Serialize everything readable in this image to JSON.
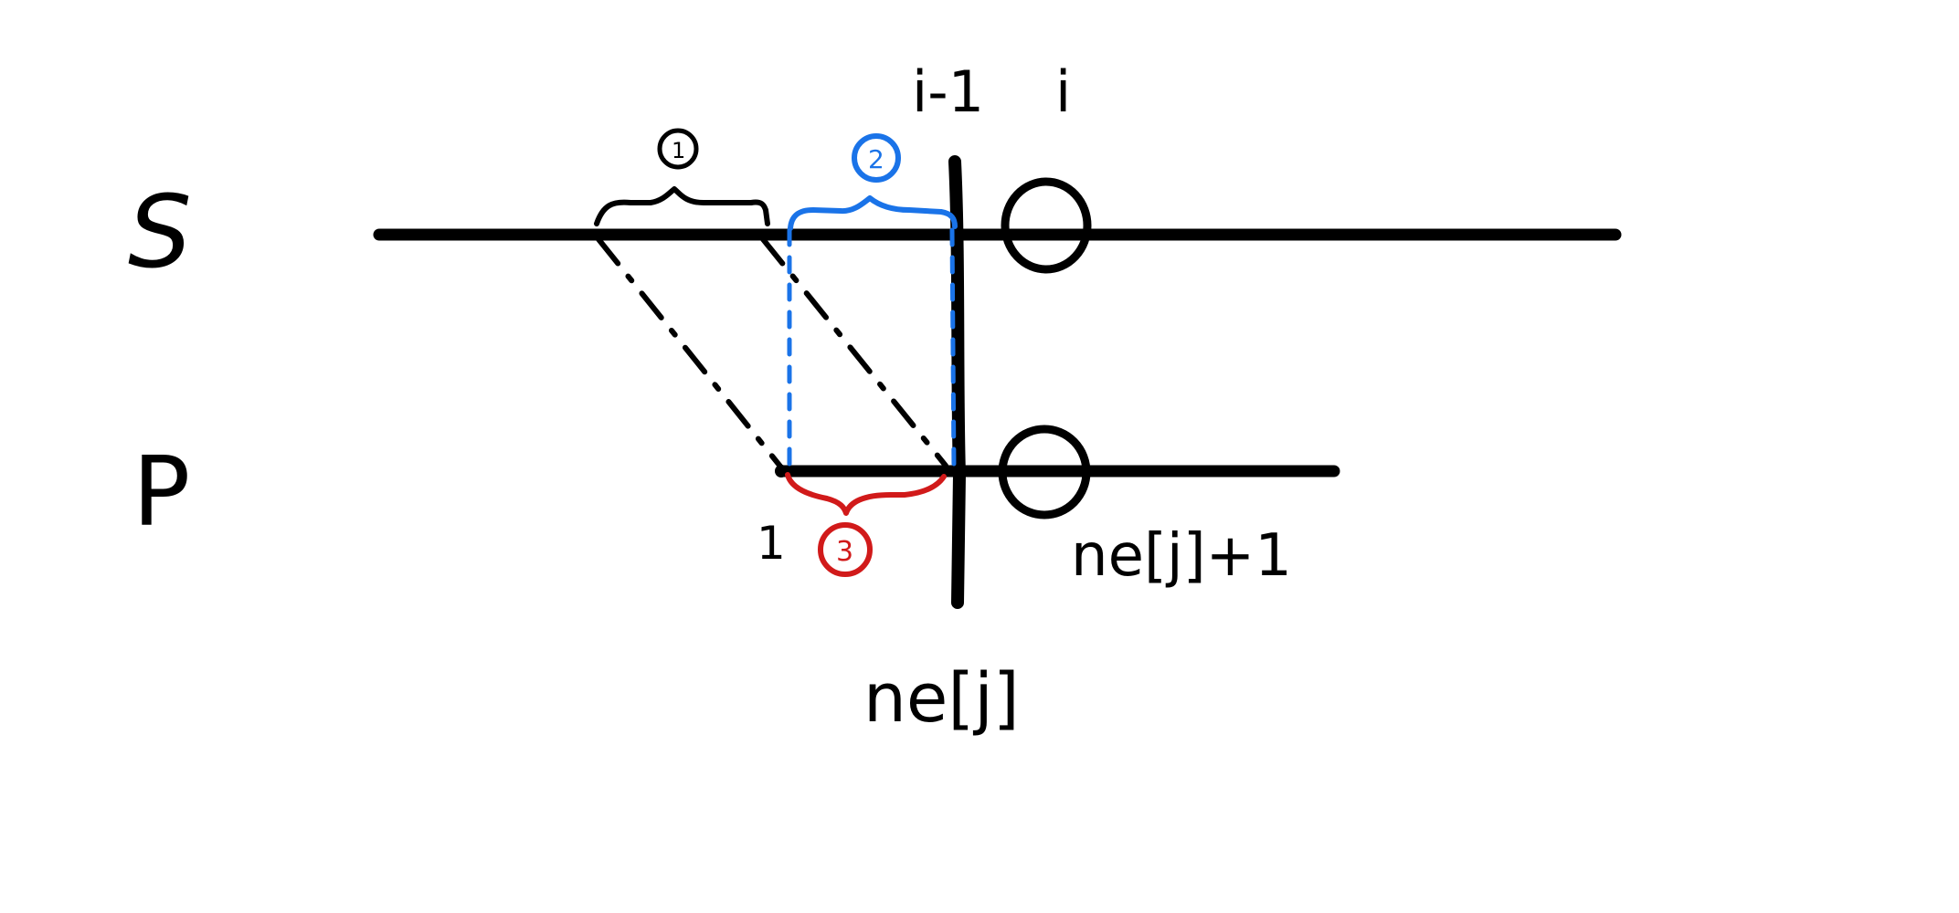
{
  "rows": {
    "top_label": "S",
    "bottom_label": "P"
  },
  "indices": {
    "i_minus_1": "i-1",
    "i": "i",
    "p_start": "1",
    "ne_j_plus_1": "ne[j]+1",
    "ne_j": "ne[j]"
  },
  "braces": {
    "first": "1",
    "second": "2",
    "third": "3"
  },
  "colors": {
    "ink": "#000000",
    "brace_two": "#1a73e8",
    "brace_three": "#d11a1a"
  }
}
